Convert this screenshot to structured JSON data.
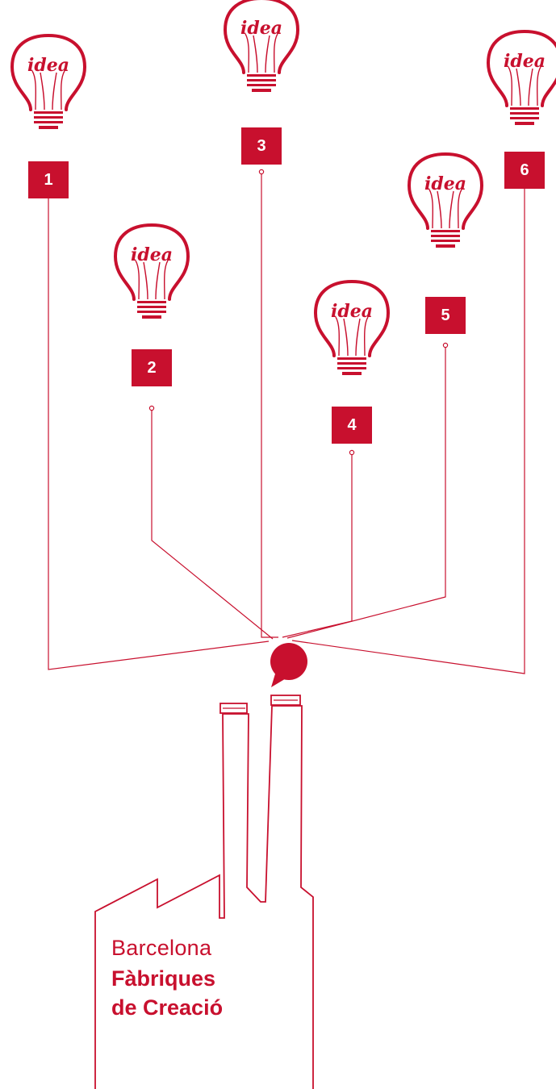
{
  "accent_color": "#c8102e",
  "bulb_label": "idea",
  "nodes": [
    {
      "id": "n1",
      "number": "1"
    },
    {
      "id": "n2",
      "number": "2"
    },
    {
      "id": "n3",
      "number": "3"
    },
    {
      "id": "n4",
      "number": "4"
    },
    {
      "id": "n5",
      "number": "5"
    },
    {
      "id": "n6",
      "number": "6"
    }
  ],
  "brand": {
    "city": "Barcelona",
    "line1": "Fàbriques",
    "line2": "de Creació"
  },
  "icons": {
    "bulb": "lightbulb-icon",
    "hub": "speech-bubble-icon",
    "factory": "factory-icon"
  }
}
